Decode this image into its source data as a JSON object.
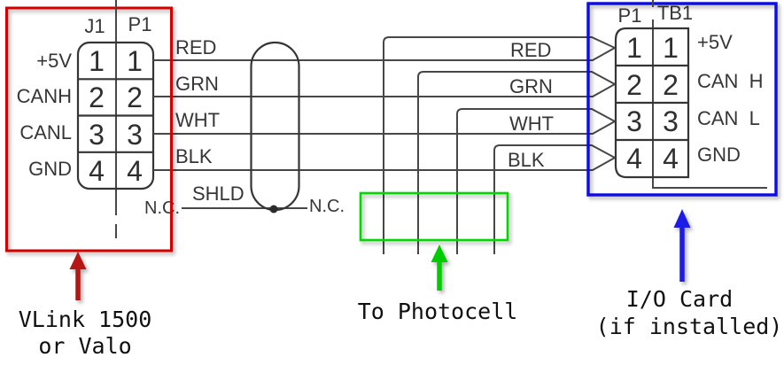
{
  "colors": {
    "box_red": "#d40000",
    "box_green": "#00d800",
    "box_blue": "#0b0bdf",
    "arrow_red": "#b41216",
    "arrow_green": "#00cc00",
    "arrow_blue": "#1a1ae6",
    "diagram_line": "#474747",
    "label_text": "#363636",
    "caption_text": "#101010"
  },
  "left_connector": {
    "headers": [
      "J1",
      "P1"
    ],
    "pin_numbers": [
      "1",
      "2",
      "3",
      "4"
    ],
    "signals": [
      "+5V",
      "CANH",
      "CANL",
      "GND"
    ]
  },
  "cable": {
    "wire_labels": [
      "RED",
      "GRN",
      "WHT",
      "BLK"
    ],
    "shield_label": "SHLD",
    "nc_left": "N.C.",
    "nc_right": "N.C."
  },
  "right_connector": {
    "headers": [
      "P1",
      "TB1"
    ],
    "pin_numbers": [
      "1",
      "2",
      "3",
      "4"
    ],
    "wire_labels": [
      "RED",
      "GRN",
      "WHT",
      "BLK"
    ],
    "signals": [
      "+5V",
      "CAN  H",
      "CAN  L",
      "GND"
    ]
  },
  "annotations": {
    "left_device": {
      "line1": "VLink 1500",
      "line2": "or Valo"
    },
    "photocell": {
      "label": "To Photocell"
    },
    "io_card": {
      "line1": "I/O Card",
      "line2": "(if installed)"
    }
  }
}
